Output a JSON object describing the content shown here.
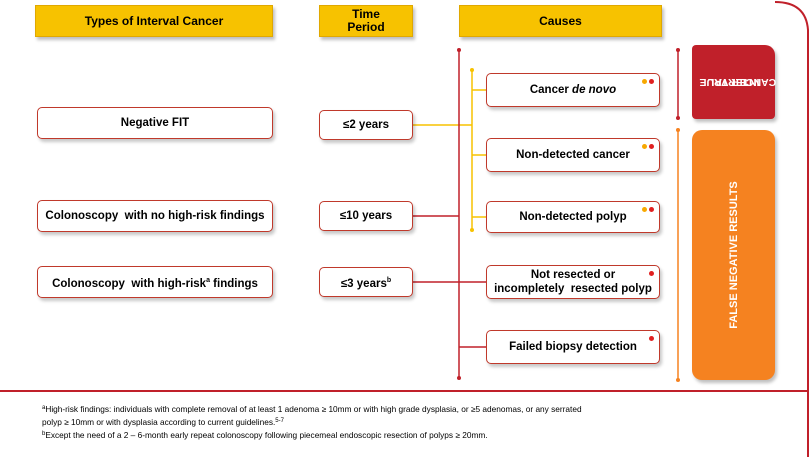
{
  "headers": {
    "types": "Types of Interval Cancer",
    "time_line1": "Time",
    "time_line2": "Period",
    "causes": "Causes"
  },
  "types": [
    {
      "text": "Negative FIT",
      "sup": ""
    },
    {
      "text": "Colonoscopy  with no high-risk findings",
      "sup": ""
    },
    {
      "text_before": "Colonoscopy  with high-risk",
      "sup": "a",
      "text_after": " findings"
    }
  ],
  "periods": [
    {
      "text": "≤2 years",
      "sup": ""
    },
    {
      "text": "≤10 years",
      "sup": ""
    },
    {
      "text": "≤3 years",
      "sup": "b"
    }
  ],
  "causes": [
    {
      "text_before": "Cancer ",
      "italic": "de novo",
      "dots": [
        "orange",
        "red"
      ]
    },
    {
      "text": "Non-detected cancer",
      "dots": [
        "orange",
        "red"
      ]
    },
    {
      "text": "Non-detected polyp",
      "dots": [
        "orange",
        "red"
      ]
    },
    {
      "line1": "Not resected or",
      "line2": "incompletely  resected polyp",
      "dots": [
        "red"
      ]
    },
    {
      "text": "Failed biopsy detection",
      "dots": [
        "red"
      ]
    }
  ],
  "side_labels": {
    "true_line1": "TRUE",
    "true_line2": "INTERVAL",
    "true_line3": "CANCER",
    "false_negative": "FALSE NEGATIVE RESULTS"
  },
  "colors": {
    "header": "#f7c200",
    "red_accent": "#c0392b",
    "true_interval": "#c0202a",
    "false_negative": "#f58220",
    "dot_orange": "#f7a800",
    "dot_red": "#e02020"
  },
  "footnotes": {
    "a_mark": "a",
    "a_text": "High-risk findings: individuals with complete removal of at least 1 adenoma ≥ 10mm or with high grade dysplasia, or ≥5 adenomas, or any serrated",
    "a_text2": "polyp ≥ 10mm or with dysplasia according to current guidelines.",
    "a_ref": "5-7",
    "b_mark": "b",
    "b_text": "Except the need of a 2 – 6-month early repeat colonoscopy following piecemeal endoscopic resection of polyps ≥ 20mm."
  }
}
